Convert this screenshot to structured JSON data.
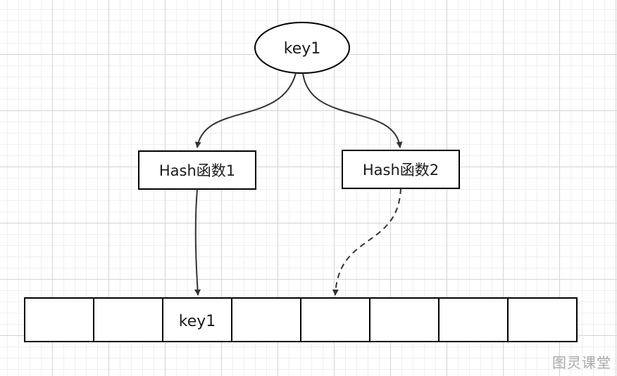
{
  "key_node": {
    "label": "key1"
  },
  "hash_functions": [
    {
      "label": "Hash函数1"
    },
    {
      "label": "Hash函数2"
    }
  ],
  "bit_array": {
    "cells": [
      "",
      "",
      "key1",
      "",
      "",
      "",
      "",
      ""
    ]
  },
  "watermark": "图灵课堂"
}
